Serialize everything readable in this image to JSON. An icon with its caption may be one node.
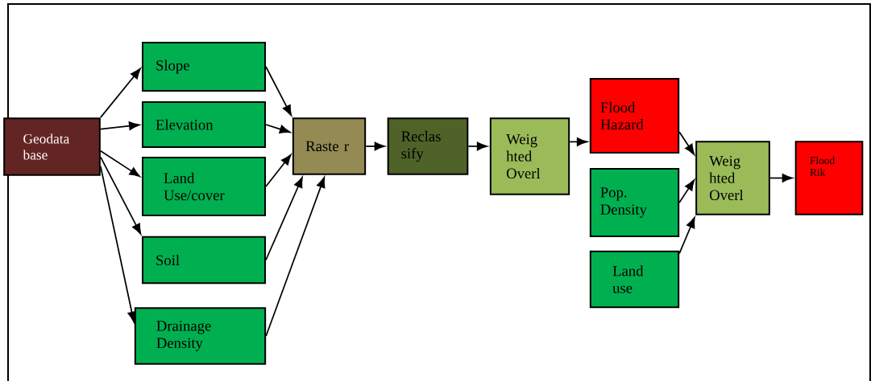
{
  "diagram": {
    "nodes": [
      {
        "text": [
          "Geodata base"
        ]
      },
      {
        "text": [
          "Slope"
        ]
      },
      {
        "text": [
          "Elevation"
        ]
      },
      {
        "text": [
          "Land Use/cover"
        ]
      },
      {
        "text": [
          "Soil"
        ]
      },
      {
        "text": [
          "Drainage Density"
        ]
      },
      {
        "text": [
          "Raste r"
        ]
      },
      {
        "text": [
          "Reclas sify"
        ]
      },
      {
        "text": [
          "Weig hted Overl"
        ]
      },
      {
        "text": [
          "Flood Hazard"
        ]
      },
      {
        "text": [
          "Pop. Density"
        ]
      },
      {
        "text": [
          "Land use"
        ]
      },
      {
        "text": [
          "Weig hted Overl"
        ]
      },
      {
        "text": [
          "Flood Rik"
        ]
      }
    ],
    "edges": [
      {
        "from": 0,
        "to": 1,
        "arrow": "to"
      },
      {
        "from": 0,
        "to": 2,
        "arrow": "to"
      },
      {
        "from": 0,
        "to": 3,
        "arrow": "to"
      },
      {
        "from": 0,
        "to": 4,
        "arrow": "to"
      },
      {
        "from": 0,
        "to": 5,
        "arrow": "to"
      },
      {
        "from": 1,
        "to": 6,
        "arrow": "to"
      },
      {
        "from": 2,
        "to": 6,
        "arrow": "to"
      },
      {
        "from": 3,
        "to": 6,
        "arrow": "to"
      },
      {
        "from": 4,
        "to": 6,
        "arrow": "to"
      },
      {
        "from": 5,
        "to": 6,
        "arrow": "to"
      },
      {
        "from": 6,
        "to": 7,
        "arrow": "to"
      },
      {
        "from": 7,
        "to": 8,
        "arrow": "to"
      },
      {
        "from": 8,
        "to": 9,
        "arrow": "to"
      },
      {
        "from": 9,
        "to": 12,
        "arrow": "to"
      },
      {
        "from": 10,
        "to": 12,
        "arrow": "to"
      },
      {
        "from": 11,
        "to": 12,
        "arrow": "to"
      },
      {
        "from": 12,
        "to": 13,
        "arrow": "to"
      }
    ]
  }
}
